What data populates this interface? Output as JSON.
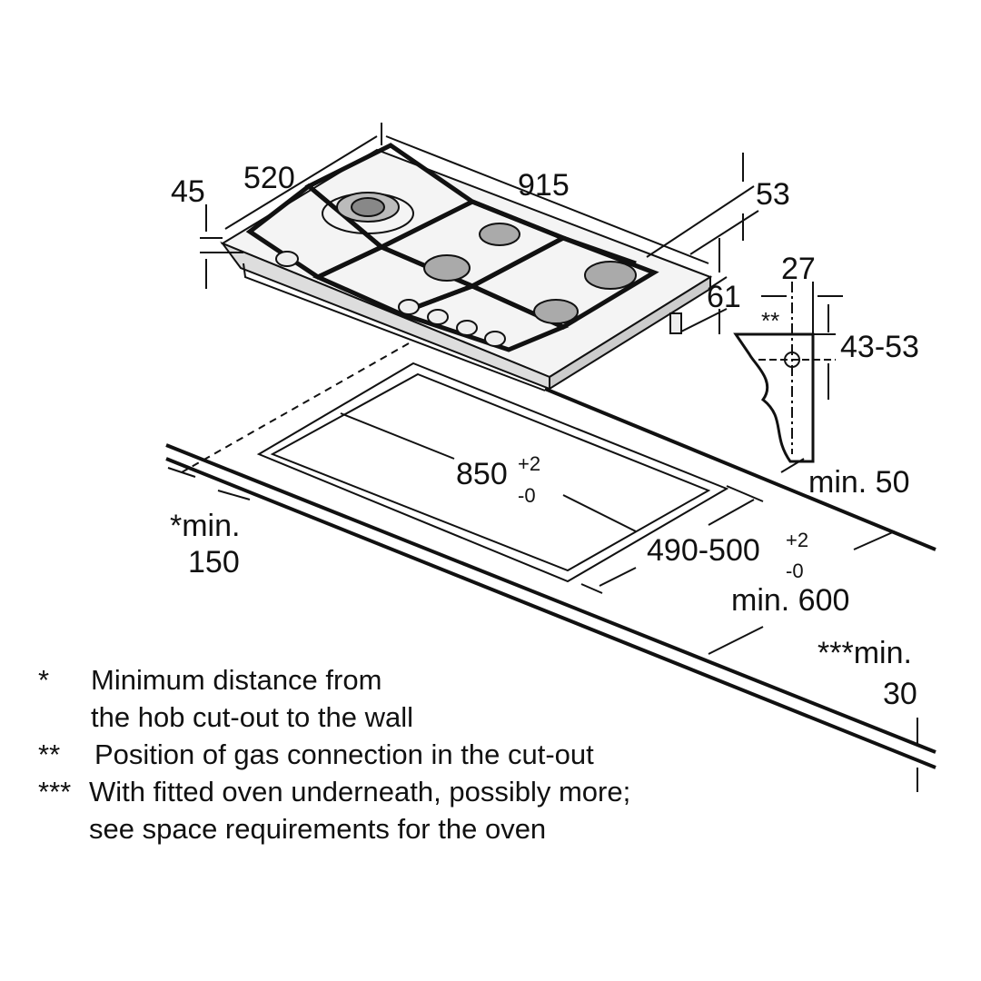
{
  "dimensions": {
    "hob_depth": "520",
    "hob_width": "915",
    "hob_edge_height": "45",
    "hob_height": "53",
    "hob_base_height": "61",
    "gas_offset_horizontal": "27",
    "gas_offset_vertical": "43-53",
    "gas_marker": "**",
    "cutout_width": "850",
    "cutout_width_tol_plus": "+2",
    "cutout_width_tol_minus": "-0",
    "cutout_depth": "490-500",
    "cutout_depth_tol_plus": "+2",
    "cutout_depth_tol_minus": "-0",
    "min_back": "min. 50",
    "min_wall_line1": "*min.",
    "min_wall_line2": "150",
    "min_worktop_depth": "min. 600",
    "min_worktop_thickness_line1": "***min.",
    "min_worktop_thickness_line2": "30"
  },
  "notes": [
    {
      "mark": "*",
      "lines": [
        "Minimum distance from",
        "the hob cut-out to the wall"
      ]
    },
    {
      "mark": "**",
      "lines": [
        "Position of gas connection in the cut-out"
      ]
    },
    {
      "mark": "***",
      "lines": [
        "With fitted oven underneath, possibly more;",
        "see space requirements for the oven"
      ]
    }
  ]
}
